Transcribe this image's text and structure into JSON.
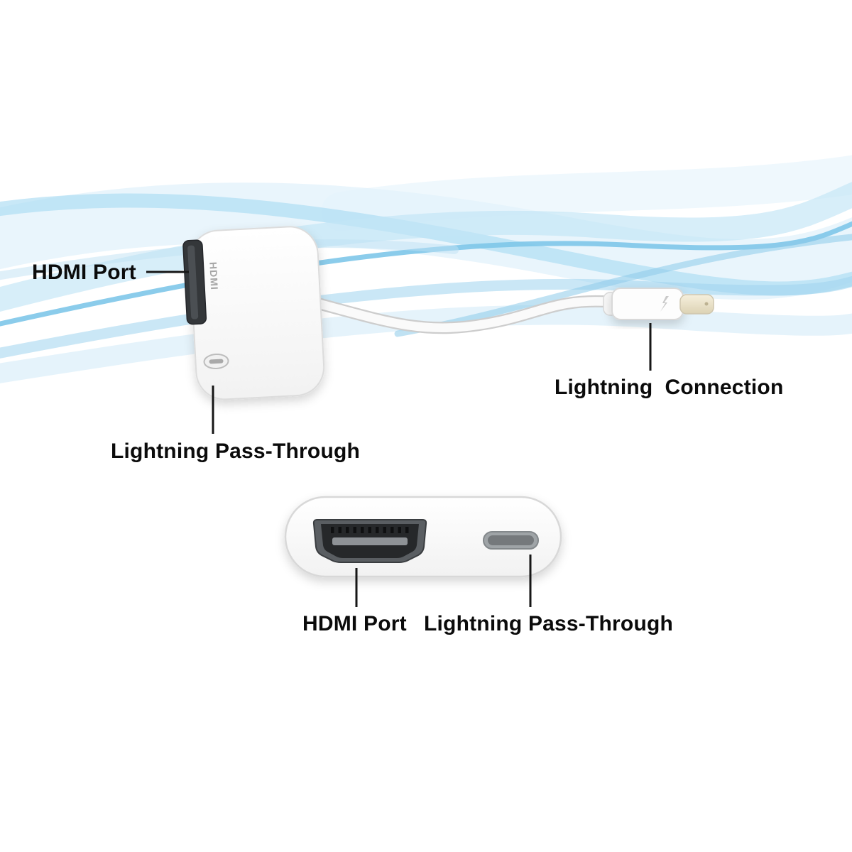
{
  "diagram": {
    "annotations": {
      "hdmi_port_top": "HDMI Port",
      "lightning_pass_through_top": "Lightning Pass-Through",
      "lightning_connection": "Lightning  Connection",
      "hdmi_port_bottom": "HDMI Port",
      "lightning_pass_through_bottom": "Lightning Pass-Through"
    },
    "device": {
      "hdmi_engraving": "HDMI"
    },
    "icons": {
      "lightning_bolt_mark": "lightning-bolt"
    },
    "colors": {
      "wave_blue_light": "#dbeffa",
      "wave_blue_mid": "#9fd4ee",
      "wave_blue_dark": "#7ec6e9",
      "device_body": "#fefefe",
      "device_outline": "#d9d9d9",
      "hdmi_port_dark": "#34373a",
      "lightning_tip_gold": "#e9e0c6",
      "callout_line": "#161616",
      "label_text": "#0b0b0b"
    }
  }
}
